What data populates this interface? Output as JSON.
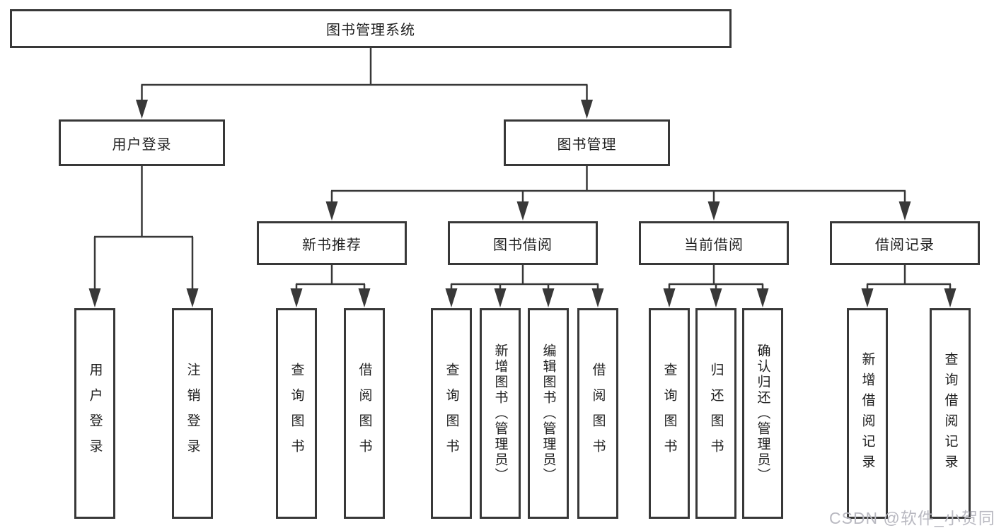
{
  "title": "图书管理系统",
  "watermark": {
    "text": "CSDN @软件_小贺同学"
  },
  "colors": {
    "line": "#383838",
    "box_border": "#383838",
    "text": "#1f1f1f",
    "background": "#ffffff",
    "watermark": "#b9b9c1"
  },
  "tree": {
    "id": "library-system",
    "label": "图书管理系统",
    "children": [
      {
        "id": "user-login",
        "label": "用户登录",
        "children": [
          {
            "id": "user-login-op",
            "label": "用户登录",
            "vertical": true
          },
          {
            "id": "logout",
            "label": "注销登录",
            "vertical": true
          }
        ]
      },
      {
        "id": "book-mgmt",
        "label": "图书管理",
        "children": [
          {
            "id": "new-book-rec",
            "label": "新书推荐",
            "children": [
              {
                "id": "nbr-query-book",
                "label": "查询图书",
                "vertical": true
              },
              {
                "id": "nbr-borrow-book",
                "label": "借阅图书",
                "vertical": true
              }
            ]
          },
          {
            "id": "book-borrow",
            "label": "图书借阅",
            "children": [
              {
                "id": "bb-query-book",
                "label": "查询图书",
                "vertical": true
              },
              {
                "id": "bb-add-book",
                "label": "新增图书（管理员）",
                "vertical": true
              },
              {
                "id": "bb-edit-book",
                "label": "编辑图书（管理员）",
                "vertical": true
              },
              {
                "id": "bb-borrow-book",
                "label": "借阅图书",
                "vertical": true
              }
            ]
          },
          {
            "id": "current-borrow",
            "label": "当前借阅",
            "children": [
              {
                "id": "cb-query-book",
                "label": "查询图书",
                "vertical": true
              },
              {
                "id": "cb-return-book",
                "label": "归还图书",
                "vertical": true
              },
              {
                "id": "cb-confirm-return",
                "label": "确认归还（管理员）",
                "vertical": true
              }
            ]
          },
          {
            "id": "borrow-records",
            "label": "借阅记录",
            "children": [
              {
                "id": "br-add-record",
                "label": "新增借阅记录",
                "vertical": true
              },
              {
                "id": "br-query-record",
                "label": "查询借阅记录",
                "vertical": true
              }
            ]
          }
        ]
      }
    ]
  }
}
